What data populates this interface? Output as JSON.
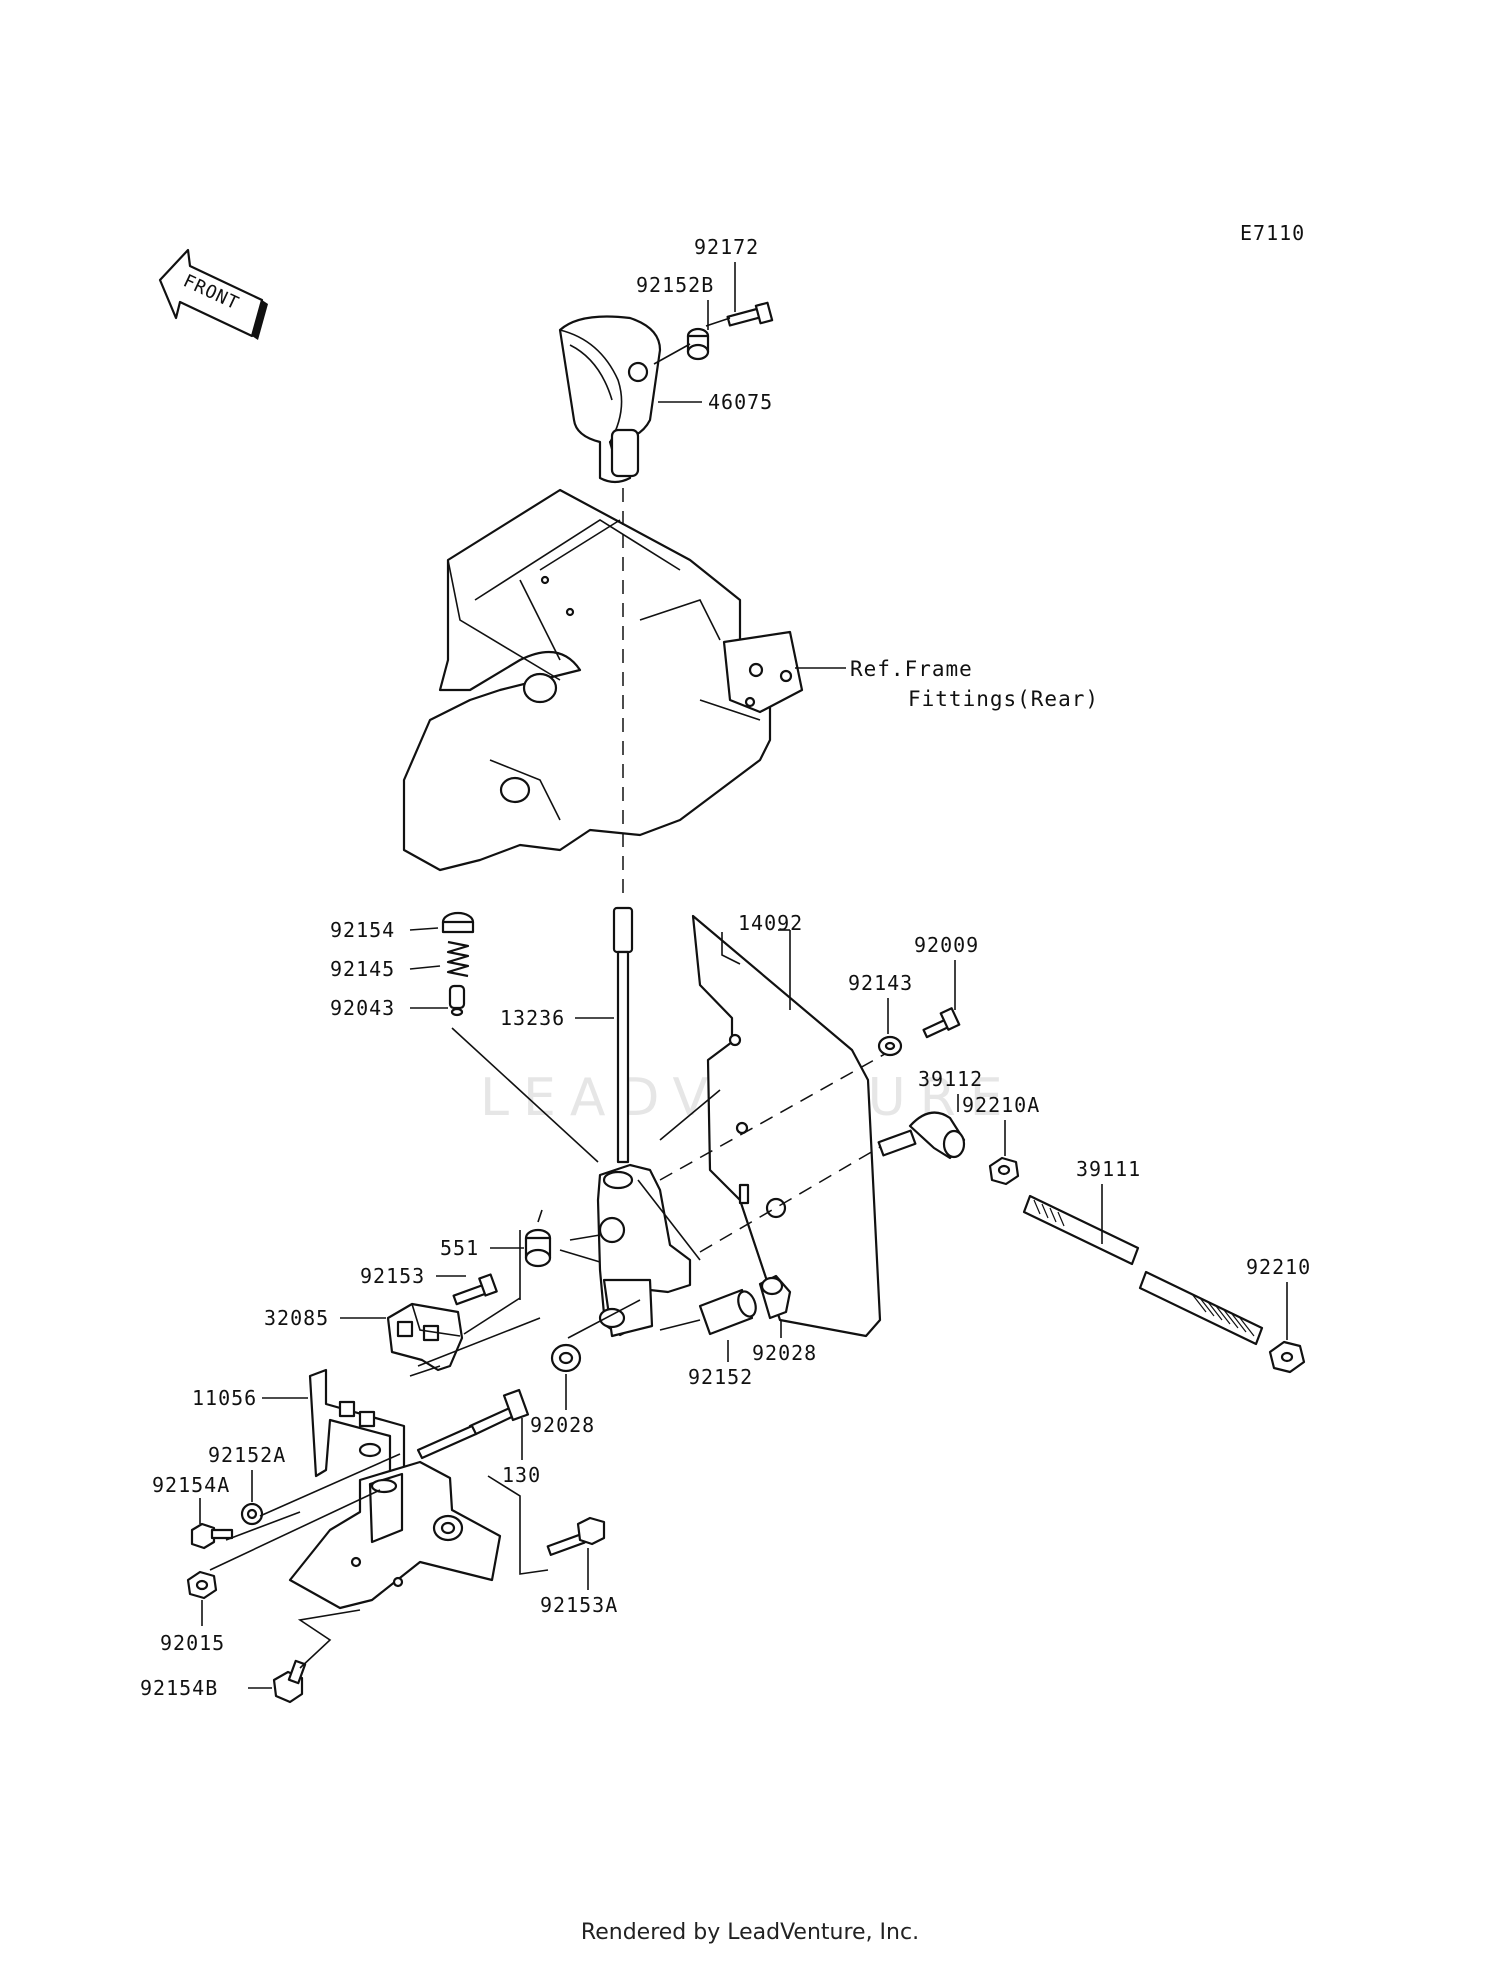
{
  "diagram_id": "E7110",
  "front_label": "FRONT",
  "reference": {
    "line1": "Ref.Frame",
    "line2": "Fittings(Rear)"
  },
  "watermark": "LEADVENTURE",
  "footer": "Rendered by LeadVenture, Inc.",
  "parts": {
    "p92172": "92172",
    "p92152B": "92152B",
    "p46075": "46075",
    "p14092": "14092",
    "p92009": "92009",
    "p92143": "92143",
    "p39112": "39112",
    "p92210A": "92210A",
    "p39111": "39111",
    "p92210": "92210",
    "p92154": "92154",
    "p92145": "92145",
    "p92043": "92043",
    "p13236": "13236",
    "p551": "551",
    "p92153": "92153",
    "p32085": "32085",
    "p92028a": "92028",
    "p92152": "92152",
    "p92028b": "92028",
    "p11056": "11056",
    "p130": "130",
    "p92152A": "92152A",
    "p92154A": "92154A",
    "p92015": "92015",
    "p92153A": "92153A",
    "p92154B": "92154B"
  }
}
